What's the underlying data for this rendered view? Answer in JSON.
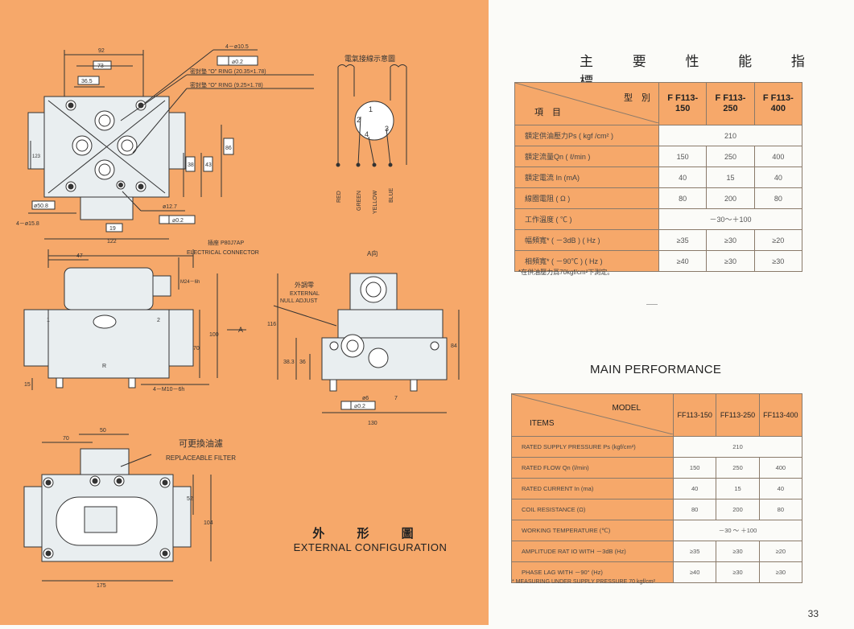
{
  "left": {
    "caption_zh": "外 形 圖",
    "caption_en": "EXTERNAL CONFIGURATION",
    "drawing_labels": {
      "top_dim_92": "92",
      "top_dim_73": "73",
      "top_dim_36_5": "36.5",
      "hole_note_10_5": "4－ø10.5",
      "tol_0_2": "⌀0.2",
      "oring_1": "密封墊 \"O\" RING (20.35×1.78)",
      "oring_2": "密封墊 \"O\" RING (9.25×1.78)",
      "dim_86": "86",
      "dim_43": "43",
      "dim_38": "38",
      "dim_123": "123",
      "dim_50_8": "ø50.8",
      "hole_note_15_8": "4－ø15.8",
      "dim_12_7": "ø12.7",
      "dim_19": "19",
      "dim_122": "122",
      "dim_47": "47",
      "connector_zh": "插座 P80J7AP",
      "connector_en": "ELECTRICAL CONNECTOR",
      "thread_m24": "M24－6h",
      "port_1": "1",
      "port_2": "2",
      "port_r": "R",
      "dim_100": "100",
      "dim_70": "70",
      "dim_15": "15",
      "arrow_a": "A",
      "thread_m10": "4－M10－6h",
      "dim_50": "50",
      "dim_70b": "70",
      "filter_zh": "可更換油濾",
      "filter_en": "REPLACEABLE FILTER",
      "dim_52": "52",
      "dim_104": "104",
      "dim_175": "175",
      "wiring_title": "電氣接線示意圖",
      "pin_1": "1",
      "pin_2": "2",
      "pin_3": "3",
      "pin_4": "4",
      "wire_red": "RED",
      "wire_green": "GREEN",
      "wire_yellow": "YELLOW",
      "wire_blue": "BLUE",
      "view_a": "A向",
      "null_zh": "外調零",
      "null_en1": "EXTERNAL",
      "null_en2": "NULL ADJUST",
      "dim_116": "116",
      "dim_38_3": "38.3",
      "dim_36": "36",
      "dim_84": "84",
      "dim_6": "ø6",
      "dim_7": "7",
      "dim_130": "130"
    }
  },
  "right": {
    "title_zh": "主 要 性 能 指 標",
    "title_en": "MAIN PERFORMANCE",
    "table_zh": {
      "corner_top": "型　別",
      "corner_bottom": "項　目",
      "columns": [
        "F F113-\n150",
        "F F113-\n250",
        "F F113-\n400"
      ],
      "rows": [
        {
          "label": "額定供油壓力Ps ( kgf /cm² )",
          "values": [
            "210"
          ]
        },
        {
          "label": "額定流量Qn ( ℓ/min )",
          "values": [
            "150",
            "250",
            "400"
          ]
        },
        {
          "label": "額定電流 In (mA)",
          "values": [
            "40",
            "15",
            "40"
          ]
        },
        {
          "label": "線圈電阻 ( Ω )",
          "values": [
            "80",
            "200",
            "80"
          ]
        },
        {
          "label": "工作溫度 ( ℃ )",
          "values": [
            "－30～＋100"
          ]
        },
        {
          "label": "幅頻寬* ( －3dB ) ( Hz )",
          "values": [
            "≥35",
            "≥30",
            "≥20"
          ]
        },
        {
          "label": "相頻寬* ( －90℃ ) ( Hz )",
          "values": [
            "≥40",
            "≥30",
            "≥30"
          ]
        }
      ],
      "note": "*在供油壓力爲70kgf/cm²下測定。"
    },
    "table_en": {
      "corner_top": "MODEL",
      "corner_bottom": "ITEMS",
      "columns": [
        "FF113-150",
        "FF113-250",
        "FF113-400"
      ],
      "rows": [
        {
          "label": "RATED SUPPLY PRESSURE  Ps (kgf/cm²)",
          "values": [
            "210"
          ]
        },
        {
          "label": "RATED FLOW  Qn (l/min)",
          "values": [
            "150",
            "250",
            "400"
          ]
        },
        {
          "label": "RATED CURRENT  In (ma)",
          "values": [
            "40",
            "15",
            "40"
          ]
        },
        {
          "label": "COIL RESISTANCE (Ω)",
          "values": [
            "80",
            "200",
            "80"
          ]
        },
        {
          "label": "WORKING TEMPERATURE (℃)",
          "values": [
            "－30 ～ ＋100"
          ]
        },
        {
          "label": "AMPLITUDE RAT IO WITH －3dB (Hz)",
          "values": [
            "≥35",
            "≥30",
            "≥20"
          ]
        },
        {
          "label": "PHASE LAG WITH －90° (Hz)",
          "values": [
            "≥40",
            "≥30",
            "≥30"
          ]
        }
      ],
      "note": "* MEASURING UNDER SUPPLY PRESSURE 70 kgf/cm²"
    },
    "page_number": "33"
  },
  "colors": {
    "orange": "#f6a86a",
    "body": "#e9eef0",
    "line": "#333333"
  }
}
